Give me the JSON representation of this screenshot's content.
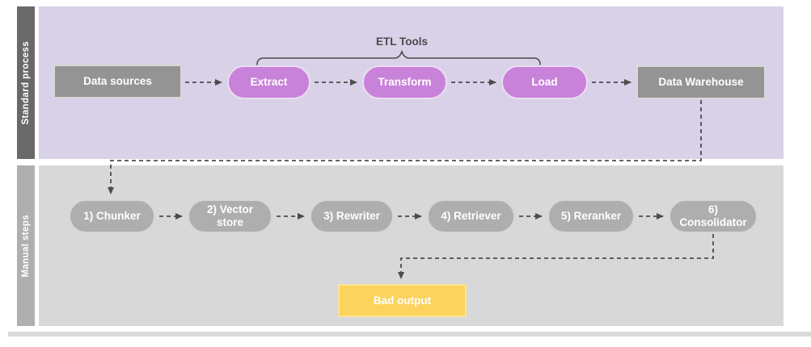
{
  "lanes": {
    "standard": {
      "label": "Standard process",
      "group_label": "ETL Tools",
      "nodes": {
        "data_sources": "Data sources",
        "extract": "Extract",
        "transform": "Transform",
        "load": "Load",
        "data_warehouse": "Data Warehouse"
      }
    },
    "manual": {
      "label": "Manual steps",
      "nodes": {
        "chunker": "1) Chunker",
        "vector_store": "2) Vector store",
        "rewriter": "3) Rewriter",
        "retriever": "4) Retriever",
        "reranker": "5) Reranker",
        "consolidator": "6) Consolidator",
        "bad_output": "Bad output"
      }
    }
  },
  "colors": {
    "standard_lane_bg": "#D8D1E8",
    "standard_sidebar_bg": "#696969",
    "manual_lane_bg": "#D8D8D8",
    "manual_sidebar_bg": "#AFAFAF",
    "etl_pill_fill": "#C982D9",
    "etl_pill_border": "#EBDDF2",
    "gray_node_fill": "#949494",
    "manual_pill_fill": "#AEAEAE",
    "bad_output_fill": "#FBD35D",
    "connector_stroke": "#4C4C4C",
    "node_text": "#FFFFFF"
  }
}
